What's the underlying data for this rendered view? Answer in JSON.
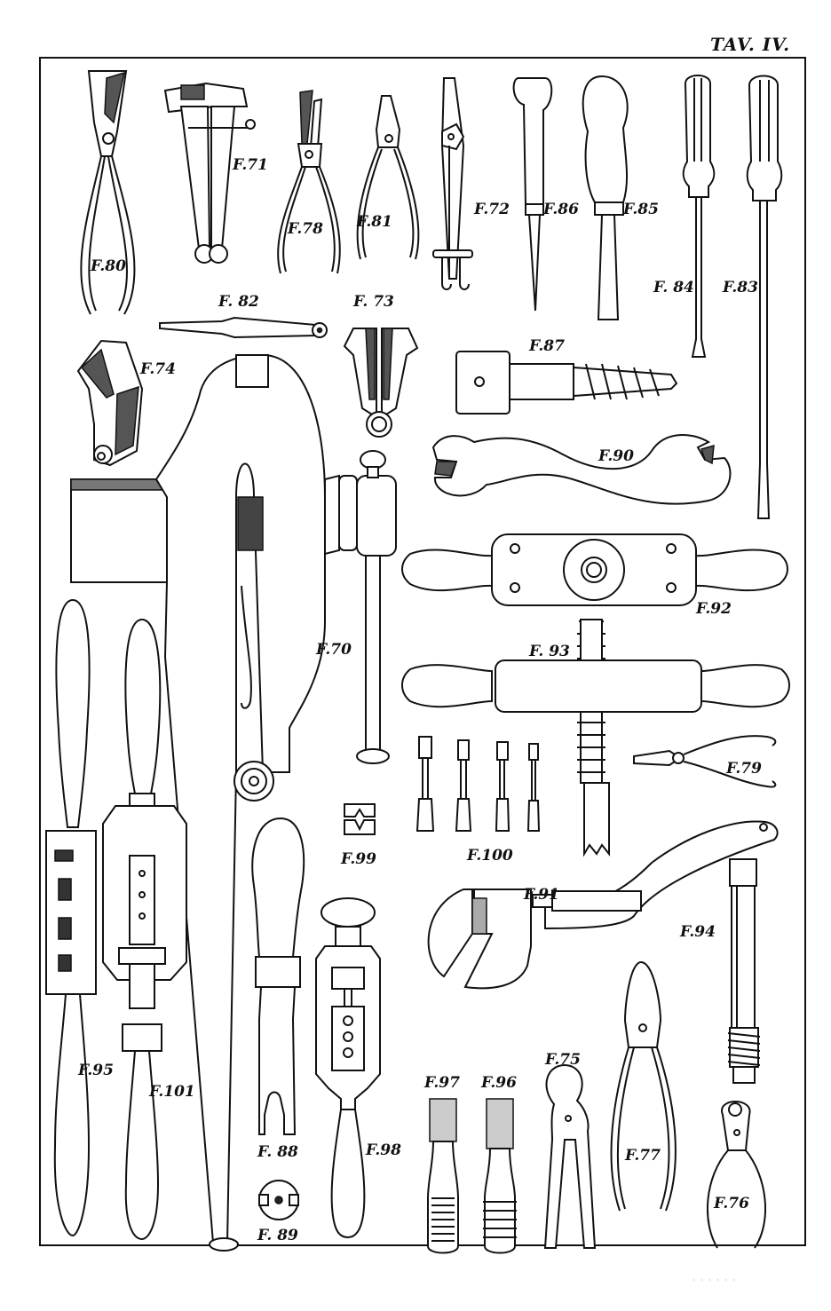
{
  "plate": {
    "title": "TAV. IV.",
    "imprint": "· · · · · ·"
  },
  "figures": {
    "f70": {
      "label": "F.70",
      "name": "bench vise"
    },
    "f71": {
      "label": "F.71",
      "name": "hand vise"
    },
    "f72": {
      "label": "F.72",
      "name": "sliding tongs"
    },
    "f73": {
      "label": "F. 73",
      "name": "spring clamp"
    },
    "f74": {
      "label": "F.74",
      "name": "vise jaw"
    },
    "f75": {
      "label": "F.75",
      "name": "end-cutting pincers"
    },
    "f76": {
      "label": "F.76",
      "name": "end-cutting nippers"
    },
    "f77": {
      "label": "F.77",
      "name": "flat-nose pliers"
    },
    "f78": {
      "label": "F.78",
      "name": "bent-nose pliers"
    },
    "f79": {
      "label": "F.79",
      "name": "small pliers"
    },
    "f80": {
      "label": "F.80",
      "name": "cutting pliers"
    },
    "f81": {
      "label": "F.81",
      "name": "round-nose pliers"
    },
    "f82": {
      "label": "F. 82",
      "name": "tweezers"
    },
    "f83": {
      "label": "F.83",
      "name": "long screwdriver"
    },
    "f84": {
      "label": "F. 84",
      "name": "screwdriver"
    },
    "f85": {
      "label": "F.85",
      "name": "chisel"
    },
    "f86": {
      "label": "F.86",
      "name": "awl"
    },
    "f87": {
      "label": "F.87",
      "name": "wood screw bit"
    },
    "f88": {
      "label": "F. 88",
      "name": "forked tool"
    },
    "f89": {
      "label": "F. 89",
      "name": "slotted disc"
    },
    "f90": {
      "label": "F.90",
      "name": "S-wrench"
    },
    "f91": {
      "label": "F.91",
      "name": "adjustable wrench"
    },
    "f92": {
      "label": "F.92",
      "name": "die stock"
    },
    "f93": {
      "label": "F. 93",
      "name": "tap wrench with screw"
    },
    "f94": {
      "label": "F.94",
      "name": "tap"
    },
    "f95": {
      "label": "F.95",
      "name": "screw plate"
    },
    "f96": {
      "label": "F.96",
      "name": "tap"
    },
    "f97": {
      "label": "F.97",
      "name": "tap"
    },
    "f98": {
      "label": "F.98",
      "name": "die holder"
    },
    "f99": {
      "label": "F.99",
      "name": "die halves"
    },
    "f100": {
      "label": "F.100",
      "name": "set of small taps"
    },
    "f101": {
      "label": "F.101",
      "name": "adjustable die stock"
    }
  }
}
